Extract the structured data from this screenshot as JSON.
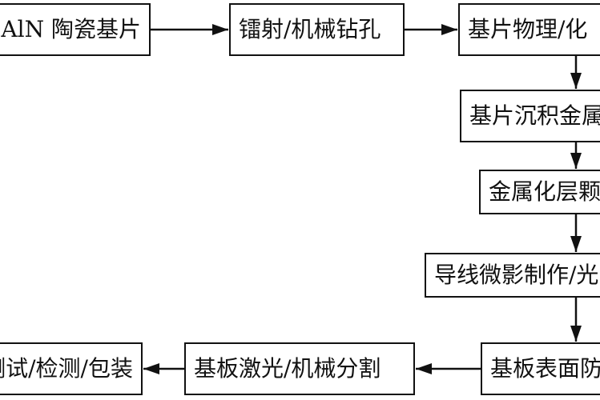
{
  "diagram": {
    "nodes": [
      {
        "id": "n1",
        "label": "AlN 陶瓷基片"
      },
      {
        "id": "n2",
        "label": "镭射/机械钻孔"
      },
      {
        "id": "n3",
        "label": "基片物理/化"
      },
      {
        "id": "n4",
        "label": "基片沉积金属"
      },
      {
        "id": "n5",
        "label": "金属化层颗"
      },
      {
        "id": "n6",
        "label": "导线微影制作/光"
      },
      {
        "id": "n7",
        "label": "基板表面防"
      },
      {
        "id": "n8",
        "label": "基板激光/机械分割"
      },
      {
        "id": "n9",
        "label": "测试/检测/包装"
      }
    ],
    "edges": [
      {
        "from": "n1",
        "to": "n2"
      },
      {
        "from": "n2",
        "to": "n3"
      },
      {
        "from": "n3",
        "to": "n4"
      },
      {
        "from": "n4",
        "to": "n5"
      },
      {
        "from": "n5",
        "to": "n6"
      },
      {
        "from": "n6",
        "to": "n7"
      },
      {
        "from": "n7",
        "to": "n8"
      },
      {
        "from": "n8",
        "to": "n9"
      }
    ]
  },
  "colors": {
    "line": "#111111",
    "background": "#ffffff"
  }
}
